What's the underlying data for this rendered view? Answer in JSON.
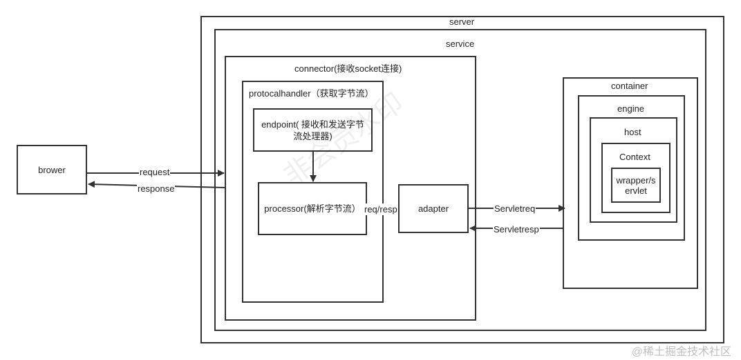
{
  "server": {
    "label": "server"
  },
  "service": {
    "label": "service"
  },
  "connector": {
    "label": "connector(接收socket连接)"
  },
  "protocolhandler": {
    "label": "protocalhandler（获取字节流）"
  },
  "endpoint": {
    "label": "endpoint( 接收和发送字节流处理器)"
  },
  "processor": {
    "label": "processor(解析字节流）"
  },
  "adapter": {
    "label": "adapter"
  },
  "container": {
    "label": "container"
  },
  "engine": {
    "label": "engine"
  },
  "host": {
    "label": "host"
  },
  "context": {
    "label": "Context"
  },
  "wrapper": {
    "label": "wrapper/servlet"
  },
  "browser": {
    "label": "brower"
  },
  "edges": {
    "request": "request",
    "response": "response",
    "req_resp": "req/resp",
    "servletreq": "Servletreq",
    "servletresp": "Servletresp"
  },
  "watermark": {
    "text": "@稀土掘金技术社区",
    "ghost": "非会员水印"
  },
  "colors": {
    "stroke": "#333333",
    "text": "#222222",
    "watermark": "#bfbfbf"
  }
}
